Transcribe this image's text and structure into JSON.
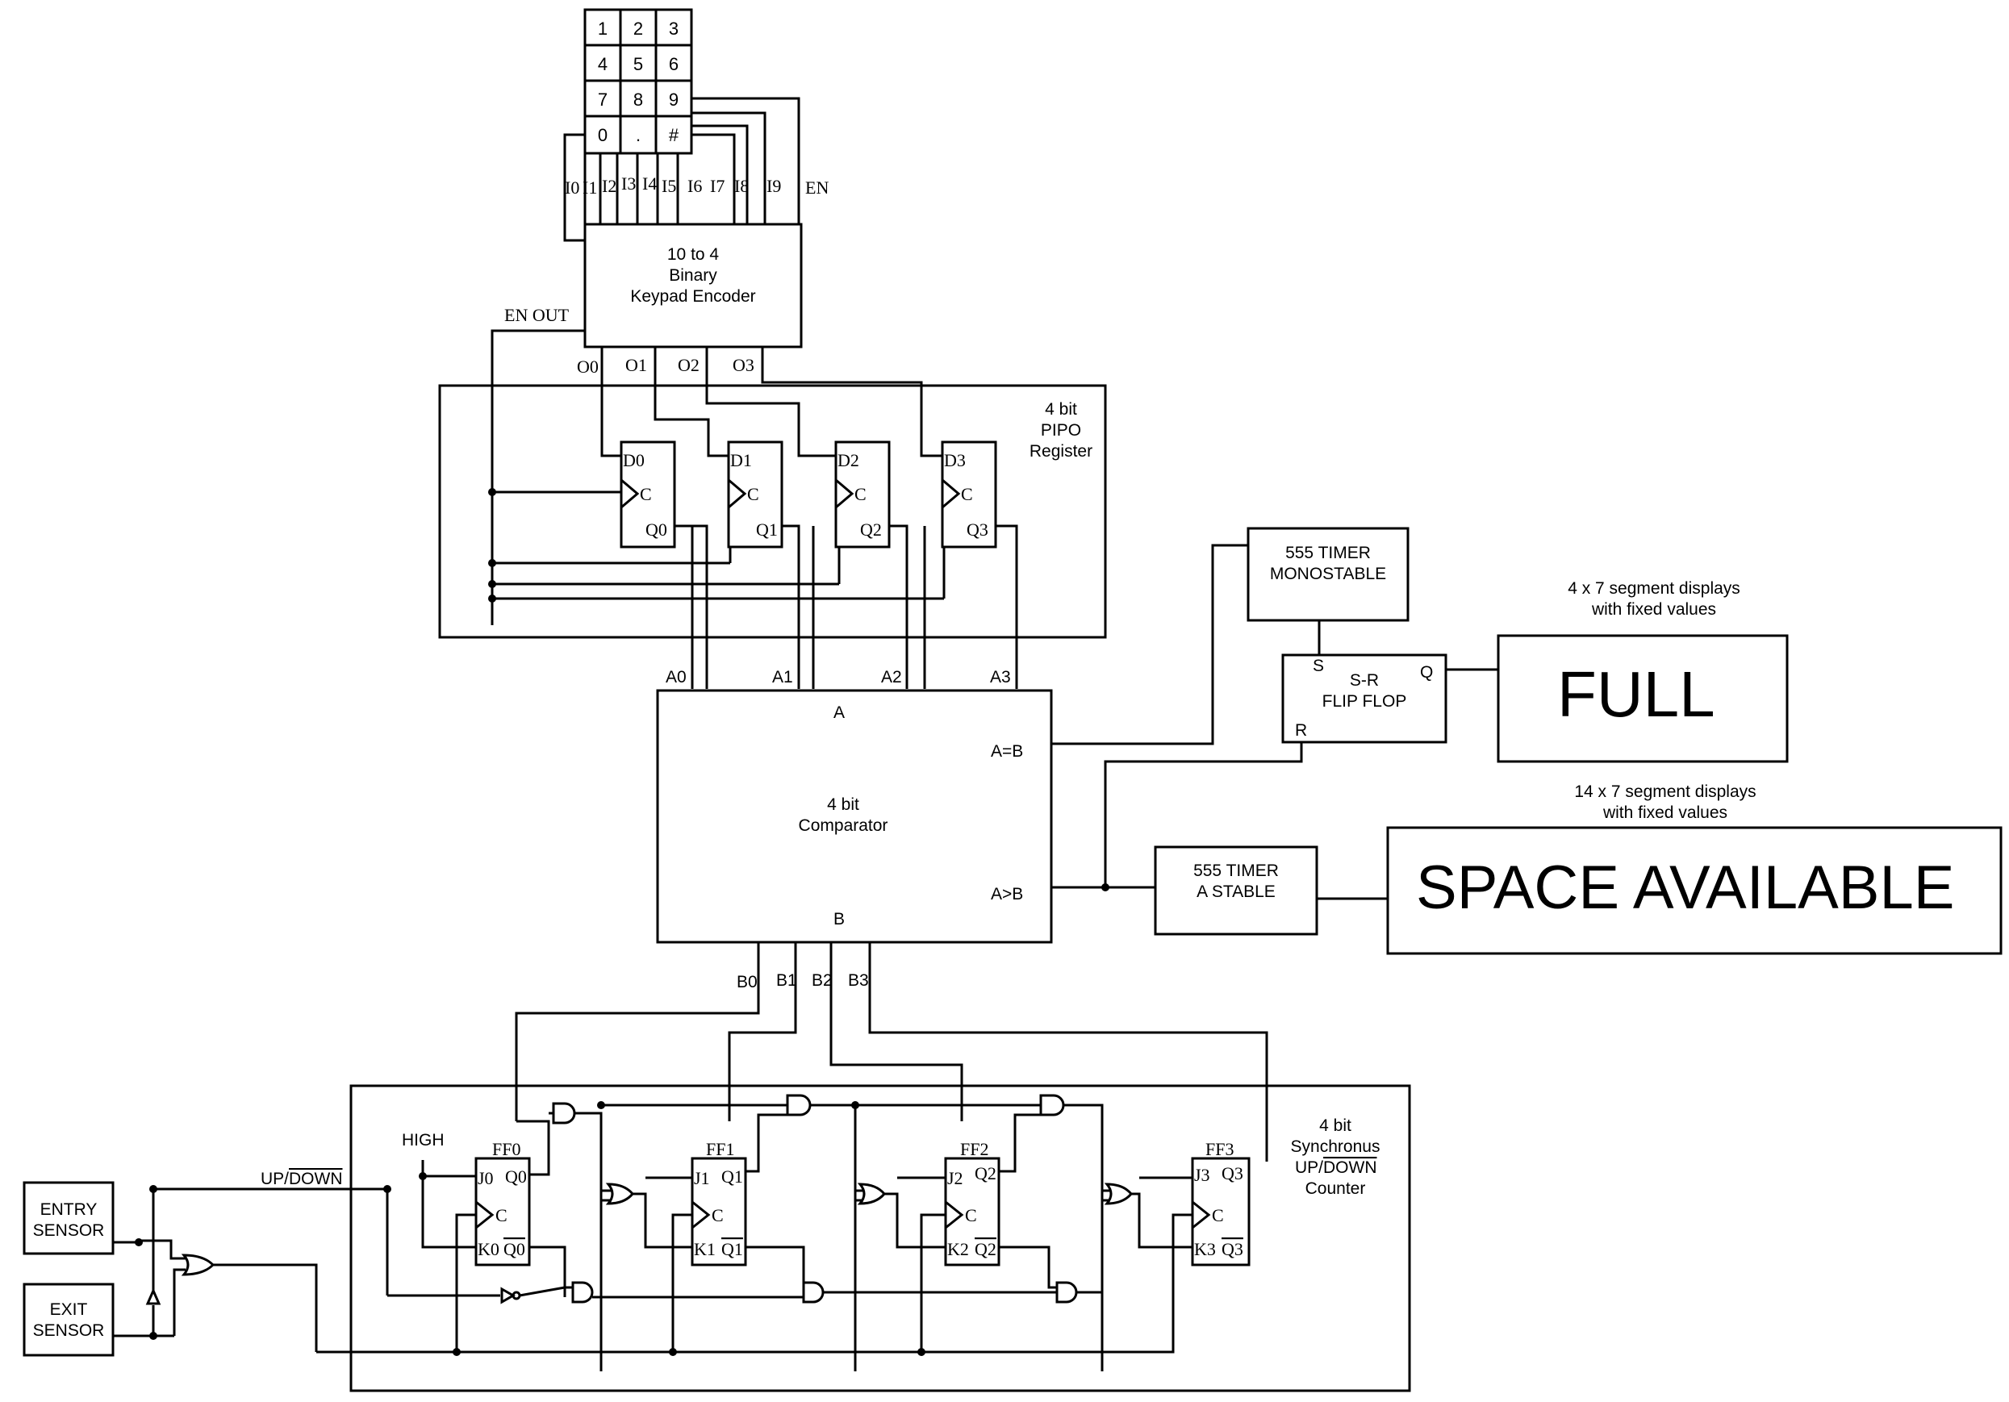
{
  "keypad": {
    "keys": [
      "1",
      "2",
      "3",
      "4",
      "5",
      "6",
      "7",
      "8",
      "9",
      "0",
      ".",
      "#"
    ]
  },
  "encoder": {
    "inputs": [
      "I0",
      "I1",
      "I2",
      "I3",
      "I4",
      "I5",
      "I6",
      "I7",
      "I8",
      "I9"
    ],
    "enable": "EN",
    "title_line1": "10  to  4",
    "title_line2": "Binary",
    "title_line3": "Keypad Encoder",
    "en_out": "EN OUT",
    "outputs": [
      "O0",
      "O1",
      "O2",
      "O3"
    ]
  },
  "register": {
    "title_line1": "4 bit",
    "title_line2": "PIPO",
    "title_line3": "Register",
    "d_labels": [
      "D0",
      "D1",
      "D2",
      "D3"
    ],
    "clock_label": "C",
    "q_labels": [
      "Q0",
      "Q1",
      "Q2",
      "Q3"
    ]
  },
  "comparator": {
    "a_inputs": [
      "A0",
      "A1",
      "A2",
      "A3"
    ],
    "b_inputs": [
      "B0",
      "B1",
      "B2",
      "B3"
    ],
    "a_label": "A",
    "b_label": "B",
    "eq_label": "A=B",
    "gt_label": "A>B",
    "title_line1": "4 bit",
    "title_line2": "Comparator"
  },
  "monostable": {
    "line1": "555 TIMER",
    "line2": "MONOSTABLE"
  },
  "srff": {
    "line1": "S-R",
    "line2": "FLIP FLOP",
    "s": "S",
    "r": "R",
    "q": "Q"
  },
  "astable": {
    "line1": "555 TIMER",
    "line2": "A STABLE"
  },
  "full_display": {
    "caption_line1": "4 x 7 segment displays",
    "caption_line2": "with fixed values",
    "text": "FULL"
  },
  "space_display": {
    "caption_line1": "14 x 7 segment displays",
    "caption_line2": "with fixed values",
    "text": "SPACE AVAILABLE"
  },
  "counter": {
    "title_line1": "4 bit",
    "title_line2": "Synchronus",
    "title_line3_up": "UP/",
    "title_line3_down": "DOWN",
    "title_line4": "Counter",
    "high_label": "HIGH",
    "updown_up": "UP/",
    "updown_down": "DOWN",
    "flipflops": [
      {
        "name": "FF0",
        "j": "J0",
        "k": "K0",
        "q": "Q0",
        "qbar": "Q0",
        "c": "C"
      },
      {
        "name": "FF1",
        "j": "J1",
        "k": "K1",
        "q": "Q1",
        "qbar": "Q1",
        "c": "C"
      },
      {
        "name": "FF2",
        "j": "J2",
        "k": "K2",
        "q": "Q2",
        "qbar": "Q2",
        "c": "C"
      },
      {
        "name": "FF3",
        "j": "J3",
        "k": "K3",
        "q": "Q3",
        "qbar": "Q3",
        "c": "C"
      }
    ]
  },
  "sensors": {
    "entry_line1": "ENTRY",
    "entry_line2": "SENSOR",
    "exit_line1": "EXIT",
    "exit_line2": "SENSOR"
  }
}
